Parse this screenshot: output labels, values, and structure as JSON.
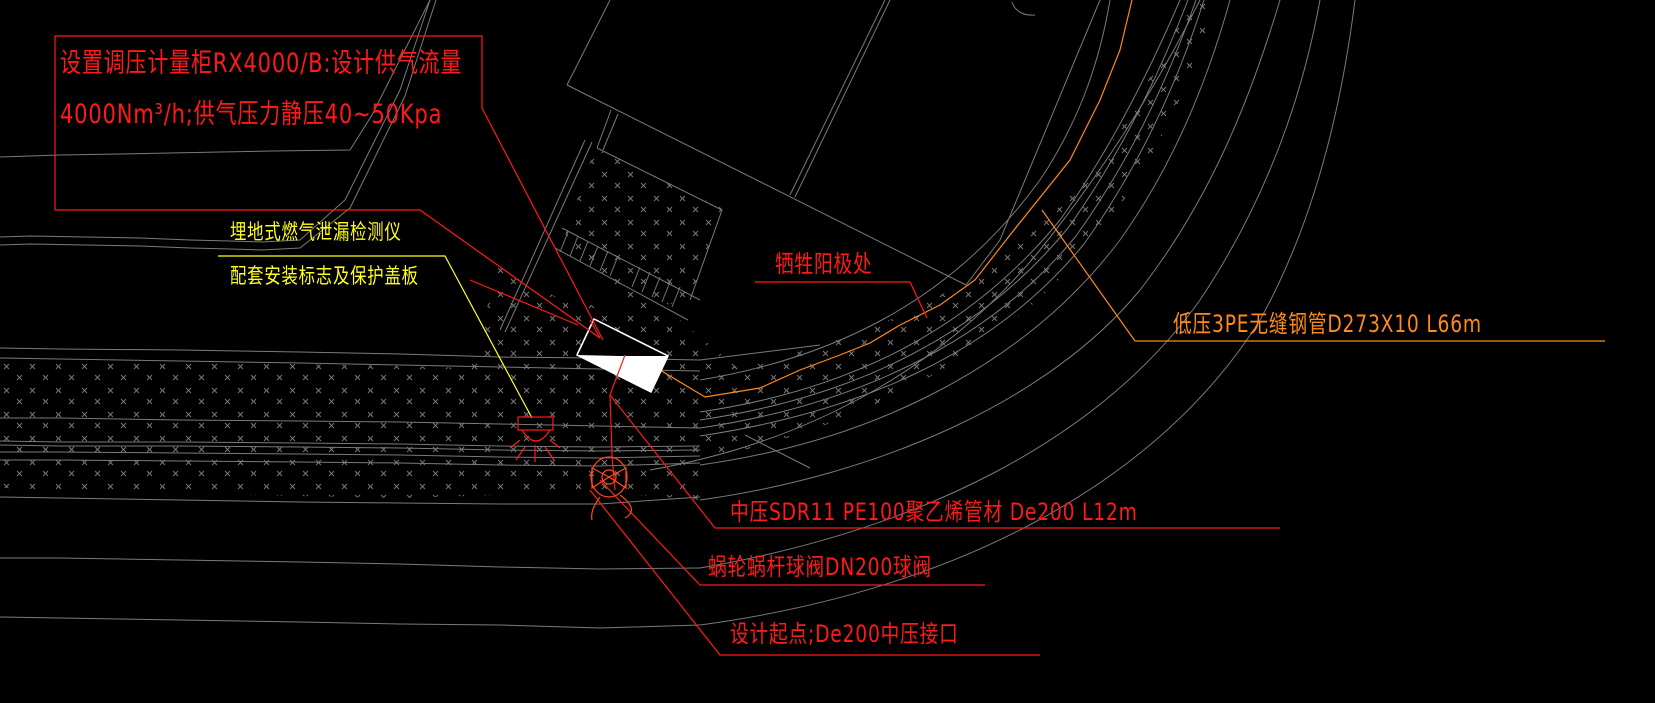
{
  "drawing": {
    "background": "#000000",
    "colors": {
      "road_lines": "#808080",
      "red_annotation": "#ff1a1a",
      "yellow_annotation": "#ffff1a",
      "orange_annotation": "#ff8a1a",
      "cabinet": "#ffffff",
      "valve": "#ff4a1a"
    }
  },
  "annotations": {
    "regulator_cabinet": {
      "line1": "设置调压计量柜RX4000/B:设计供气流量",
      "line2": "4000Nm³/h;供气压力静压40~50Kpa"
    },
    "leak_detector": {
      "line1": "埋地式燃气泄漏检测仪",
      "line2": "配套安装标志及保护盖板"
    },
    "sacrificial_anode": "牺牲阳极处",
    "low_pressure_pipe": "低压3PE无缝钢管D273X10   L66m",
    "medium_pressure_pipe": "中压SDR11 PE100聚乙烯管材 De200 L12m",
    "worm_ball_valve": "蜗轮蜗杆球阀DN200球阀",
    "design_start_point": "设计起点;De200中压接口"
  },
  "symbols": [
    {
      "name": "regulator-meter-cabinet",
      "type": "rectangle",
      "color": "#ffffff"
    },
    {
      "name": "gas-leak-detector",
      "type": "detector-symbol",
      "color": "#ff1a1a"
    },
    {
      "name": "ball-valve",
      "type": "valve-symbol",
      "color": "#ff4a1a"
    }
  ]
}
